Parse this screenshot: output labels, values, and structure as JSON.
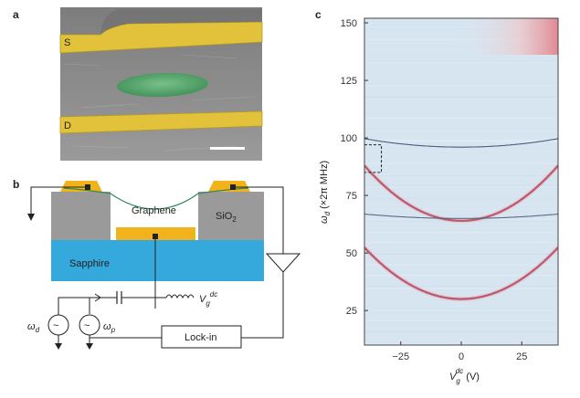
{
  "panels": {
    "a": "a",
    "b": "b",
    "c": "c"
  },
  "panel_a": {
    "electrode_top": "S",
    "electrode_bottom": "D",
    "colors": {
      "gold": "#e2c23a",
      "graphene": "#5fae73",
      "substrate": "#8c8c8c"
    }
  },
  "panel_b": {
    "graphene": "Graphene",
    "oxide_main": "SiO",
    "oxide_sub": "2",
    "substrate": "Sapphire",
    "gate_main": "V",
    "gate_sub": "g",
    "gate_sup": "dc",
    "omega_d_main": "ω",
    "omega_d_sub": "d",
    "omega_p_main": "ω",
    "omega_p_sub": "p",
    "lockin": "Lock-in",
    "colors": {
      "gold": "#f2b21c",
      "sapphire": "#35a8dc",
      "oxide": "#9a9a9a"
    }
  },
  "chart_data": {
    "type": "heatmap",
    "title": "",
    "xlabel_main": "V",
    "xlabel_sub": "g",
    "xlabel_sup": "dc",
    "xlabel_unit": " (V)",
    "ylabel_main": "ω",
    "ylabel_sub": "d",
    "ylabel_unit": " (×2π MHz)",
    "xlim": [
      -40,
      40
    ],
    "ylim": [
      10,
      152
    ],
    "xticks": [
      -25,
      0,
      25
    ],
    "xtick_labels": [
      "−25",
      "0",
      "25"
    ],
    "yticks": [
      25,
      50,
      75,
      100,
      125,
      150
    ],
    "ytick_labels": [
      "25",
      "50",
      "75",
      "100",
      "125",
      "150"
    ],
    "resonance_modes": [
      {
        "name_hint": "mode1",
        "vertex_v": 0,
        "f0": 30,
        "curvature": 0.014,
        "color": "#a01c3a"
      },
      {
        "name_hint": "mode2",
        "vertex_v": 0,
        "f0": 64,
        "curvature": 0.015,
        "color": "#a01c3a"
      },
      {
        "name_hint": "mode3",
        "vertex_v": 0,
        "f0": 96,
        "curvature": 0.0023,
        "color": "#3c4f6e"
      },
      {
        "name_hint": "mode4",
        "vertex_v": 0,
        "f0": 65,
        "curvature": 0.0012,
        "color": "#4a5f7a"
      }
    ],
    "highlight_box": {
      "v_range": [
        -40,
        -33
      ],
      "f_range": [
        85,
        97
      ]
    },
    "colormap": {
      "background": "#d7e5f1",
      "high": "#e7a1a6",
      "peak": "#9b1535"
    }
  }
}
